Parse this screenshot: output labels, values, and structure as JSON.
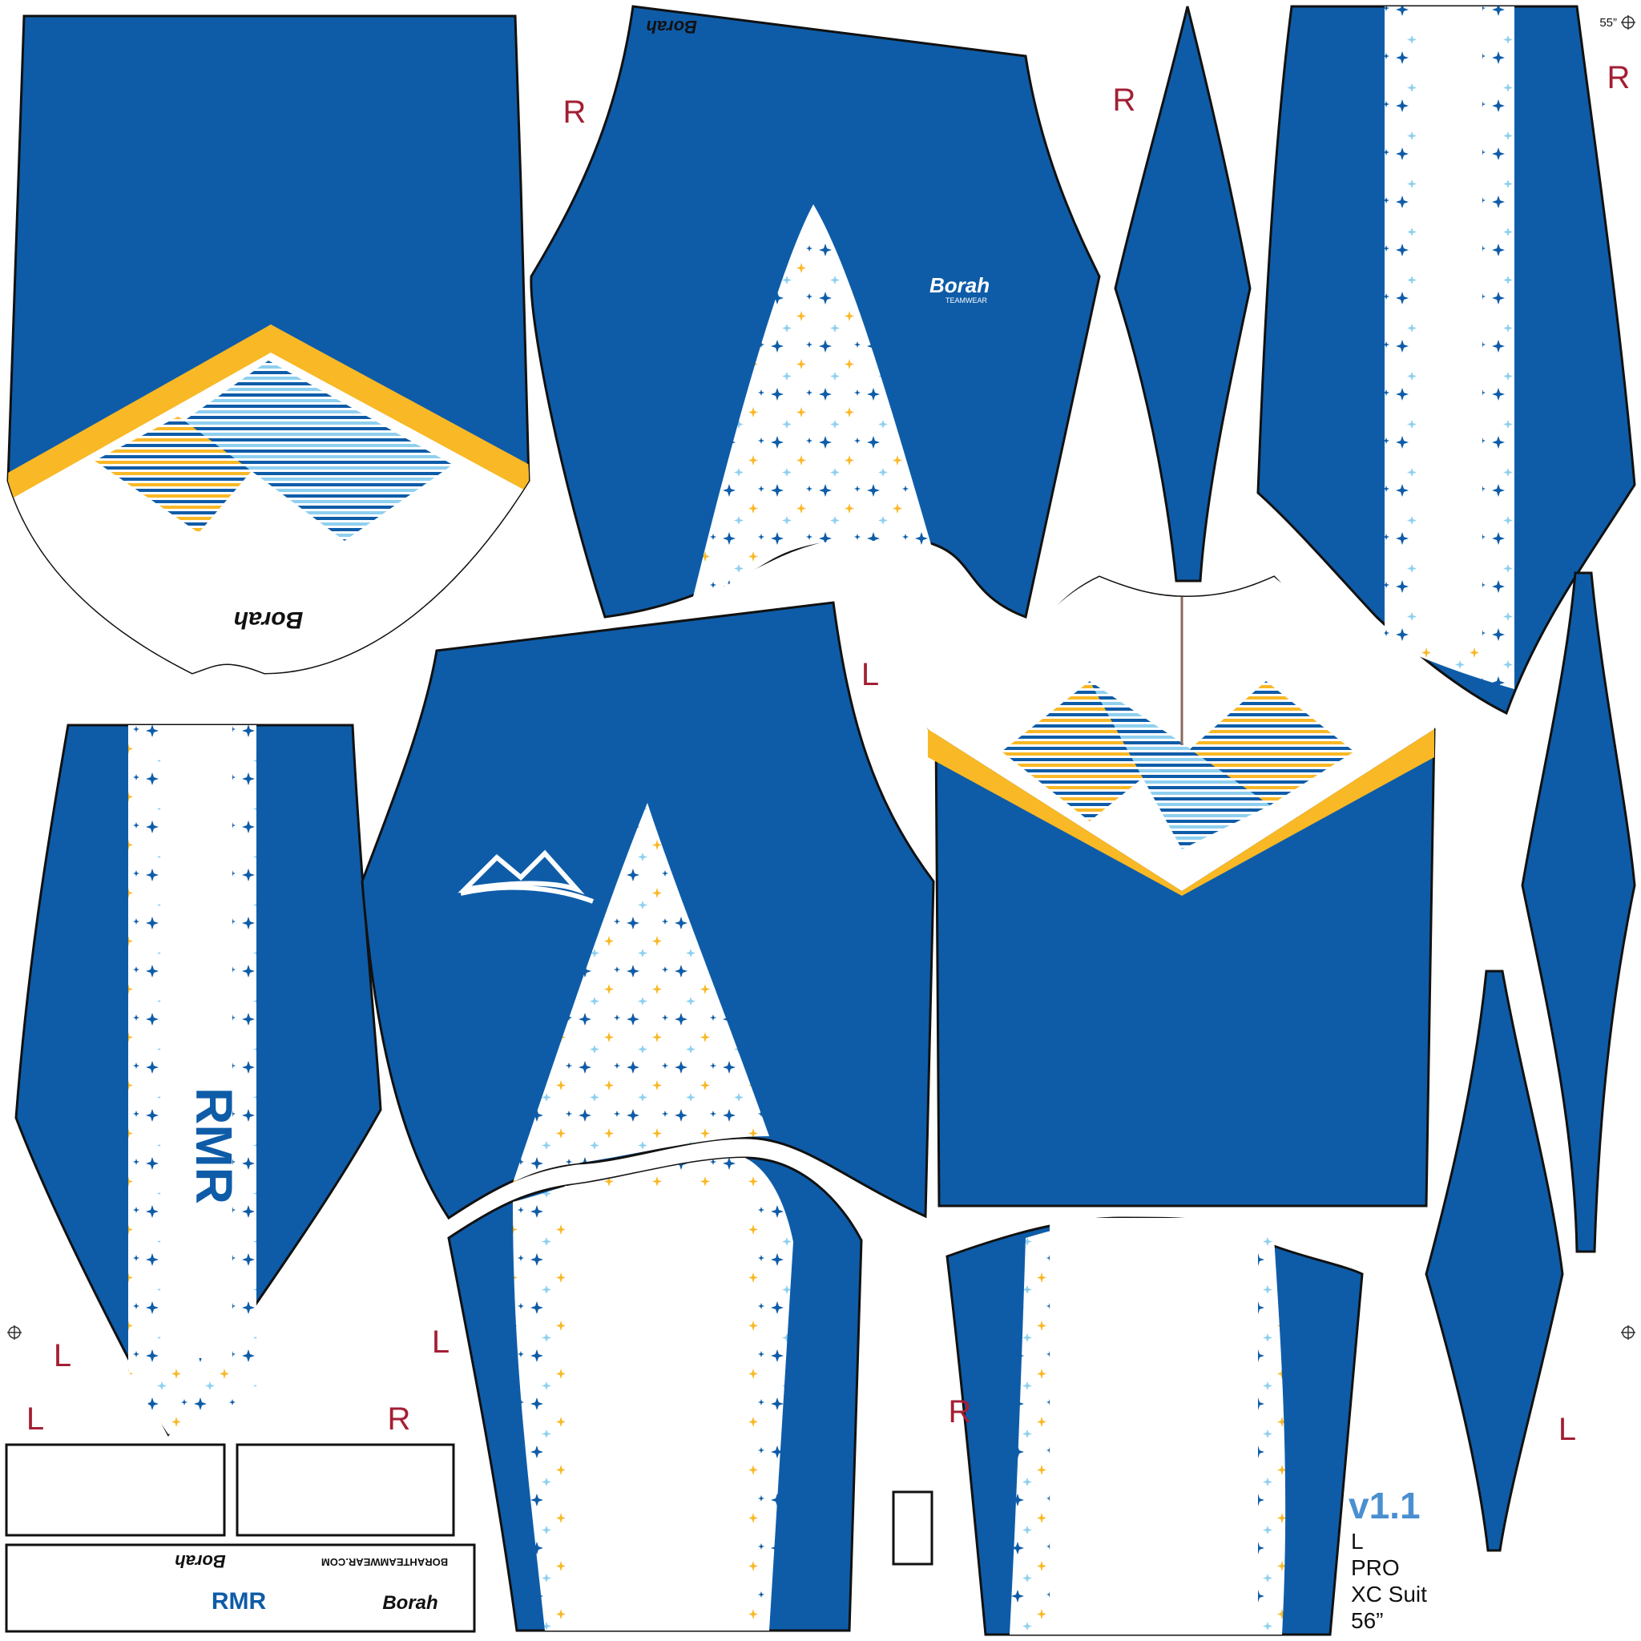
{
  "colors": {
    "blue": "#0e5ca8",
    "gold": "#f9b825",
    "light_blue": "#8fd0f0",
    "white": "#ffffff",
    "label_red": "#a31f34",
    "version_blue": "#4a8fd0"
  },
  "side_labels": [
    "R",
    "R",
    "R",
    "L",
    "L",
    "L",
    "L",
    "R",
    "R",
    "L"
  ],
  "top_right_measure": "55”",
  "brand": {
    "logo_text": "Borah",
    "logo_subtext": "TEAMWEAR",
    "website": "BORAHTEAMWEAR.COM",
    "team_mark": "RMR"
  },
  "info_block": {
    "version": "v1.1",
    "size": "L",
    "line": "PRO",
    "product": "XC Suit",
    "measure": "56”"
  },
  "icons": [
    "registration-crosshair-icon",
    "mountain-logo-icon"
  ]
}
